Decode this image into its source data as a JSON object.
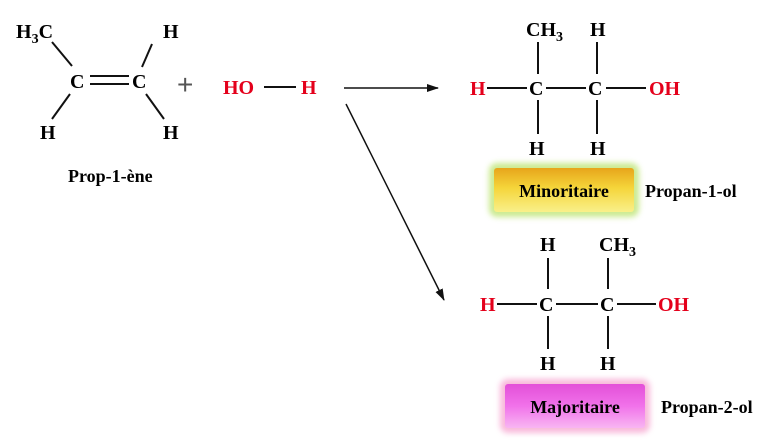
{
  "colors": {
    "black": "#111111",
    "red": "#e4001b",
    "minor_badge": "#f5d53a",
    "minor_glow": "#b9e36a",
    "major_badge": "#f172ea",
    "major_glow": "#f7a8d2"
  },
  "reactant_alkene": {
    "top_left_group_main": "H",
    "top_left_group_sub": "3",
    "top_left_group_end": "C",
    "carbon_left": "C",
    "carbon_right": "C",
    "h_top_right": "H",
    "h_bottom_left": "H",
    "h_bottom_right": "H",
    "name": "Prop-1-ène"
  },
  "plus_sign": "+",
  "reactant_water": {
    "ho": "HO",
    "h": "H"
  },
  "product_minor": {
    "ch3_main": "CH",
    "ch3_sub": "3",
    "h_top": "H",
    "h_left": "H",
    "carbon_1": "C",
    "carbon_2": "C",
    "oh": "OH",
    "h_bottom_1": "H",
    "h_bottom_2": "H",
    "badge": "Minoritaire",
    "name": "Propan-1-ol"
  },
  "product_major": {
    "h_top": "H",
    "ch3_main": "CH",
    "ch3_sub": "3",
    "h_left": "H",
    "carbon_1": "C",
    "carbon_2": "C",
    "oh": "OH",
    "h_bottom_1": "H",
    "h_bottom_2": "H",
    "badge": "Majoritaire",
    "name": "Propan-2-ol"
  }
}
